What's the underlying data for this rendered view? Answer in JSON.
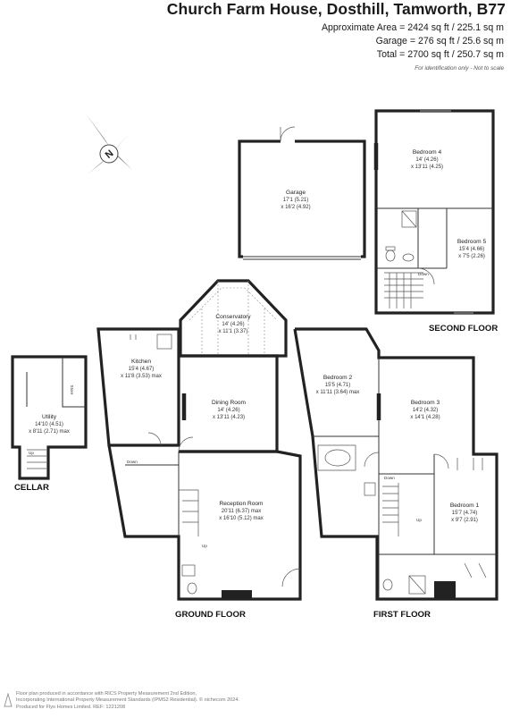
{
  "header": {
    "title": "Church Farm House, Dosthill, Tamworth, B77",
    "approx_area": "Approximate Area = 2424 sq ft / 225.1 sq m",
    "garage_area": "Garage = 276 sq ft / 25.6 sq m",
    "total_area": "Total = 2700 sq ft / 250.7 sq m",
    "note": "For identification only - Not to scale"
  },
  "compass": {
    "label": "N"
  },
  "floors": {
    "cellar": "CELLAR",
    "ground": "GROUND FLOOR",
    "first": "FIRST FLOOR",
    "second": "SECOND FLOOR"
  },
  "rooms": {
    "garage": {
      "name": "Garage",
      "dim1": "17'1 (5.21)",
      "dim2": "x 16'2 (4.92)"
    },
    "bedroom4": {
      "name": "Bedroom 4",
      "dim1": "14' (4.26)",
      "dim2": "x 13'11 (4.25)"
    },
    "bedroom5": {
      "name": "Bedroom 5",
      "dim1": "15'4 (4.66)",
      "dim2": "x 7'5 (2.26)"
    },
    "conservatory": {
      "name": "Conservatory",
      "dim1": "14' (4.26)",
      "dim2": "x 11'1 (3.37)"
    },
    "kitchen": {
      "name": "Kitchen",
      "dim1": "15'4 (4.67)",
      "dim2": "x 11'8 (3.53) max"
    },
    "dining": {
      "name": "Dining Room",
      "dim1": "14' (4.26)",
      "dim2": "x 13'11 (4.23)"
    },
    "utility": {
      "name": "Utility",
      "dim1": "14'10 (4.51)",
      "dim2": "x 8'11 (2.71) max"
    },
    "reception": {
      "name": "Reception Room",
      "dim1": "20'11 (6.37) max",
      "dim2": "x 16'10 (5.12) max"
    },
    "bedroom2": {
      "name": "Bedroom 2",
      "dim1": "15'5 (4.71)",
      "dim2": "x 11'11 (3.64) max"
    },
    "bedroom3": {
      "name": "Bedroom 3",
      "dim1": "14'2 (4.32)",
      "dim2": "x 14'1 (4.28)"
    },
    "bedroom1": {
      "name": "Bedroom 1",
      "dim1": "15'7 (4.74)",
      "dim2": "x 9'7 (2.91)"
    }
  },
  "labels": {
    "store": "Store",
    "up": "Up",
    "down": "Down"
  },
  "footer": {
    "line1": "Floor plan produced in accordance with RICS Property Measurement 2nd Edition,",
    "line2": "Incorporating International Property Measurement Standards (IPMS2 Residential). © nichecom 2024.",
    "line3": "Produced for Flyo Homes Limited.  REF: 1221208"
  }
}
